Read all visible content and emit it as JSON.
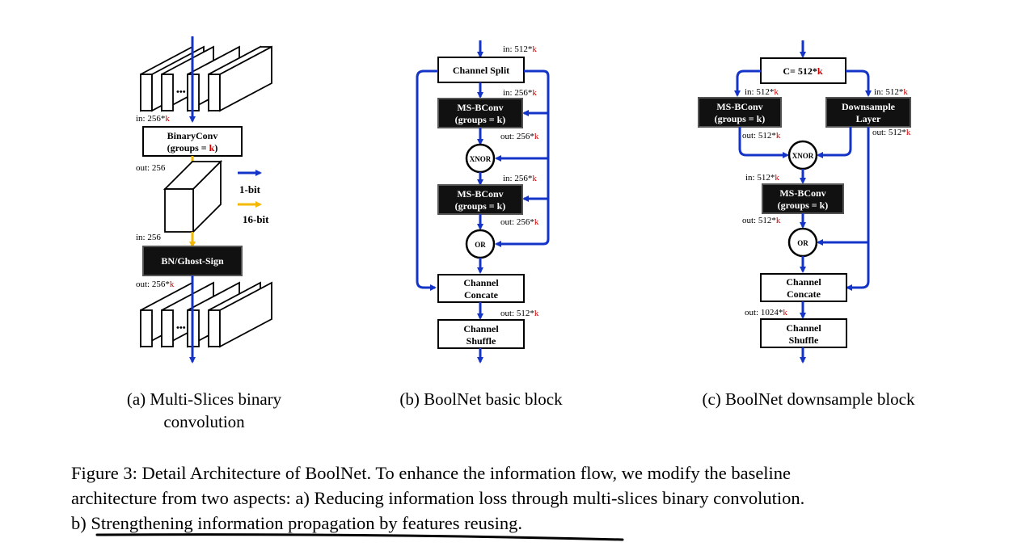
{
  "panel_a": {
    "in_top": "in: 256*",
    "k": "k",
    "binaryconv_line1": "BinaryConv",
    "binaryconv_line2": "(groups = ",
    "binaryconv_line2_end": ")",
    "out_mid": "out: 256",
    "legend_1bit": "1-bit",
    "legend_16bit": "16-bit",
    "in_mid": "in: 256",
    "bn": "BN/Ghost-Sign",
    "out_bottom": "out: 256*",
    "dots": "•••",
    "caption_line1": "(a) Multi-Slices binary",
    "caption_line2": "convolution"
  },
  "panel_b": {
    "in_top": "in: 512*",
    "channel_split": "Channel Split",
    "in_256_1": "in: 256*",
    "msbconv": "MS-BConv",
    "groups": "(groups = k)",
    "out_256_1": "out: 256*",
    "xnor": "XNOR",
    "in_256_2": "in: 256*",
    "out_256_2": "out: 256*",
    "or": "OR",
    "concate_1": "Channel",
    "concate_2": "Concate",
    "out_512": "out: 512*",
    "shuffle_1": "Channel",
    "shuffle_2": "Shuffle",
    "caption": "(b) BoolNet basic block"
  },
  "panel_c": {
    "c_box": "C= 512*",
    "in_left": "in: 512*",
    "in_right": "in: 512*",
    "msbconv": "MS-BConv",
    "groups": "(groups = k)",
    "down_1": "Downsample",
    "down_2": "Layer",
    "out_left": "out: 512*",
    "out_right": "out: 512*",
    "xnor": "XNOR",
    "in_mid": "in: 512*",
    "out_mid": "out: 512*",
    "or": "OR",
    "concate_1": "Channel",
    "concate_2": "Concate",
    "out_1024": "out: 1024*",
    "shuffle_1": "Channel",
    "shuffle_2": "Shuffle",
    "caption": "(c) BoolNet downsample block"
  },
  "caption": {
    "line1": "Figure 3: Detail Architecture of BoolNet. To enhance the information flow, we modify the baseline",
    "line2": "architecture from two aspects: a) Reducing information loss through multi-slices binary convolution.",
    "line3_prefix": "b) ",
    "line3_underlined": "Strengthening information propagation by features reusing",
    "line3_suffix": "."
  },
  "colors": {
    "one_bit": "#1434c8",
    "sixteen_bit": "#f5b800",
    "k_red": "#d00000"
  }
}
